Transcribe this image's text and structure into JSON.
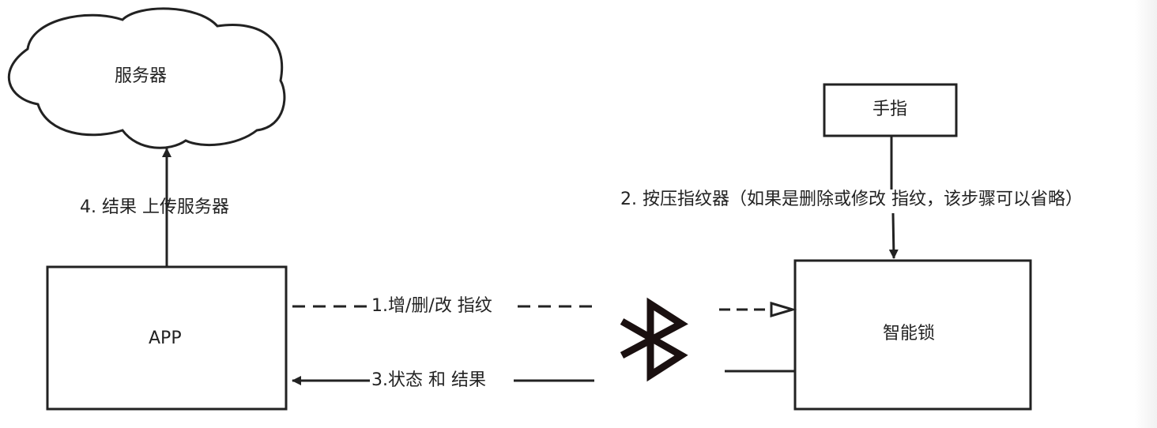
{
  "nodes": {
    "server": "服务器",
    "finger": "手指",
    "app": "APP",
    "lock": "智能锁"
  },
  "edges": {
    "step1": "1.增/删/改 指纹",
    "step2": "2. 按压指纹器（如果是删除或修改 指纹，该步骤可以省略）",
    "step3": "3.状态 和 结果",
    "step4": "4. 结果 上传服务器"
  },
  "icons": {
    "link": "bluetooth-icon"
  },
  "colors": {
    "stroke": "#222222",
    "background": "#ffffff"
  }
}
